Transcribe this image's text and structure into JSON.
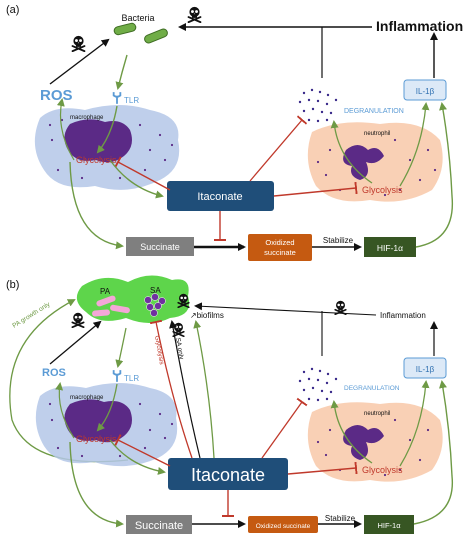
{
  "panel_a": {
    "label": "(a)",
    "bacteria": "Bacteria",
    "inflammation": "Inflammation",
    "ros": "ROS",
    "tlr": "TLR",
    "macrophage": "macrophage",
    "glycolysis_macrophage": "Glycolysis",
    "degranulation": "DEGRANULATION",
    "neutrophil": "neutrophil",
    "glycolysis_neutrophil": "Glycolysis",
    "il1b": "IL-1β",
    "itaconate": "Itaconate",
    "succinate": "Succinate",
    "oxidized_succinate": [
      "Oxidized",
      "succinate"
    ],
    "stabilize": "Stabilize",
    "hif": "HIF-1α"
  },
  "panel_b": {
    "label": "(b)",
    "pa": "PA",
    "sa": "SA",
    "pa_growth_only": "PA growth only",
    "biofilms": "↗biofilms",
    "glycolysis_vertical": "Glycolysis",
    "sa_only": "SA only",
    "inflammation": "Inflammation",
    "ros": "ROS",
    "tlr": "TLR",
    "macrophage": "macrophage",
    "glycolysis_macrophage": "Glycolysis",
    "degranulation": "DEGRANULATION",
    "neutrophil": "neutrophil",
    "glycolysis_neutrophil": "Glycolysis",
    "il1b": "IL-1β",
    "itaconate": "Itaconate",
    "succinate": "Succinate",
    "oxidized_succinate": "Oxidized succinate",
    "stabilize": "Stabilize",
    "hif": "HIF-1α"
  },
  "colors": {
    "green_arrow": "#6e9a45",
    "red_inhibit": "#c0392b",
    "itaconate_box": "#1f4e79",
    "succinate_box": "#7f7f7f",
    "oxidized_box": "#c55a11",
    "hif_box": "#375623",
    "il1b_box": "#dce9f7",
    "ros_text": "#5b9bd5",
    "macrophage_cell": "#b4c7e7",
    "macrophage_nucleus": "#5b2a86",
    "neutrophil_cell": "#f8cbad",
    "bacteria_green": "#70ad47"
  },
  "icons": [
    "skull-crossbones-icon",
    "tlr-receptor-icon",
    "bacteria-icon",
    "dot-cloud-icon"
  ]
}
